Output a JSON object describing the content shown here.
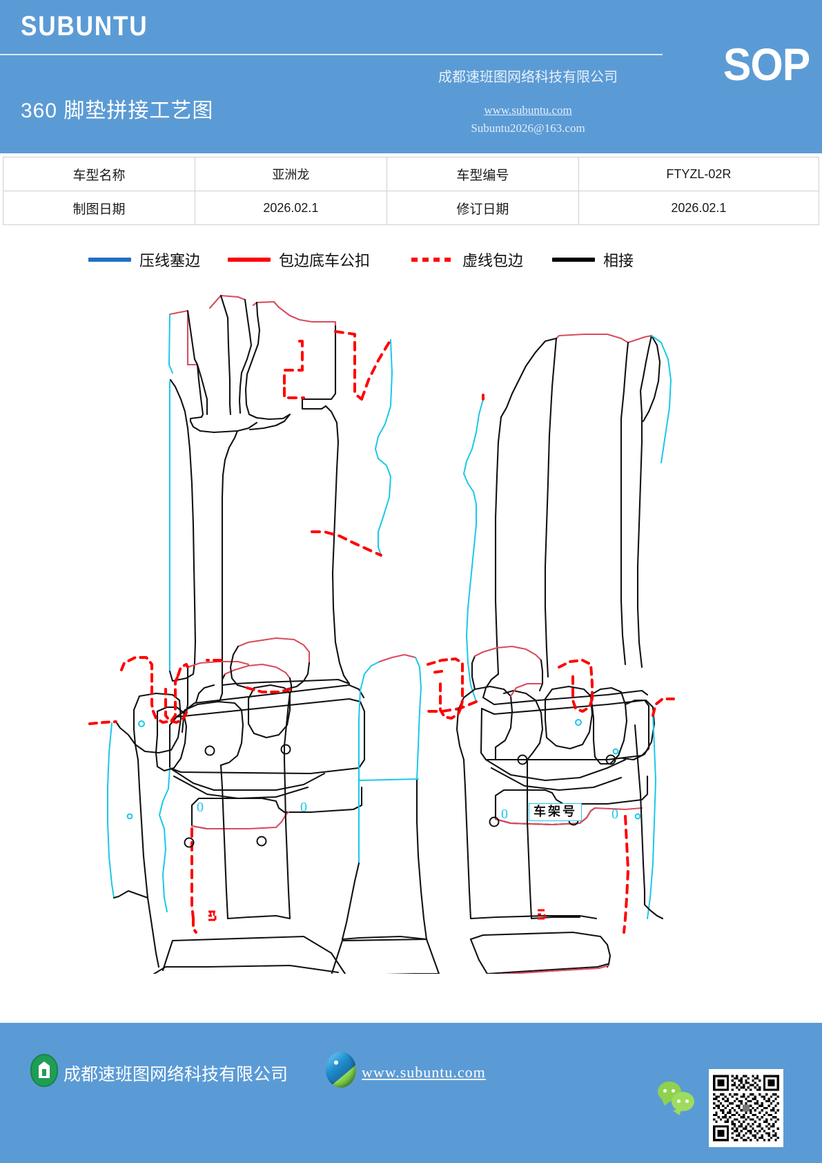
{
  "header": {
    "brand": "SUBUNTU",
    "sop_badge": "SOP",
    "doc_title": "360 脚垫拼接工艺图",
    "company_cn": "成都速班图网络科技有限公司",
    "website": "www.subuntu.com",
    "email": "Subuntu2026@163.com"
  },
  "info_table": {
    "rows": [
      [
        {
          "label": "车型名称",
          "value": "亚洲龙"
        },
        {
          "label": "车型编号",
          "value": "FTYZL-02R"
        }
      ],
      [
        {
          "label": "制图日期",
          "value": "2026.02.1"
        },
        {
          "label": "修订日期",
          "value": "2026.02.1"
        }
      ]
    ],
    "r0c0": "车型名称",
    "r0c1": "亚洲龙",
    "r0c2": "车型编号",
    "r0c3": "FTYZL-02R",
    "r1c0": "制图日期",
    "r1c1": "2026.02.1",
    "r1c2": "修订日期",
    "r1c3": "2026.02.1"
  },
  "legend": {
    "items": [
      {
        "label": "压线塞边",
        "style": "solid",
        "color": "#1f6fc4"
      },
      {
        "label": "包边底车公扣",
        "style": "solid",
        "color": "#fb0007"
      },
      {
        "label": "虚线包边",
        "style": "dashed",
        "color": "#ff0000"
      },
      {
        "label": "相接",
        "style": "solid",
        "color": "#000000"
      }
    ],
    "i0": "压线塞边",
    "i1": "包边底车公扣",
    "i2": "虚线包边",
    "i3": "相接"
  },
  "drawing": {
    "vin_label": "车架号",
    "colors": {
      "cut": "#111111",
      "bind": "#e04352",
      "stitch": "#19c8e8",
      "dashed": "#ff0000"
    },
    "description": "360 floor mat splicing process drawing - front left mat, front right mat, rear mats and center piece outlines"
  },
  "footer": {
    "company_cn": "成都速班图网络科技有限公司",
    "website": "www.subuntu.com"
  }
}
